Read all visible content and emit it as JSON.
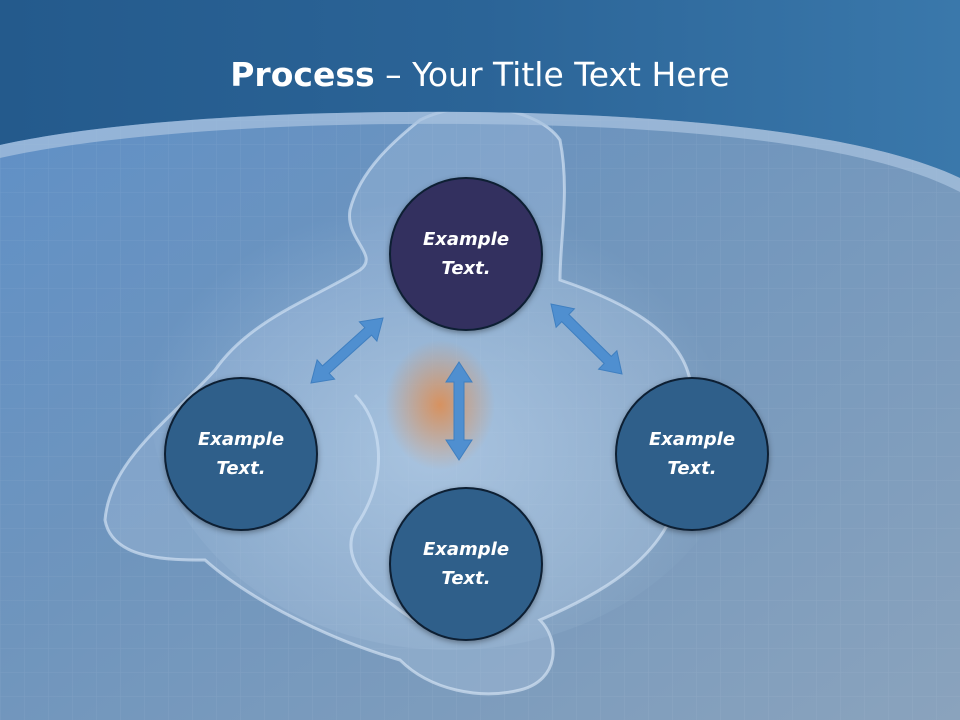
{
  "title": {
    "strong": "Process",
    "rest": " – Your Title Text Here"
  },
  "nodes": [
    {
      "id": "top",
      "text": "Example Text.",
      "color": "#33305f"
    },
    {
      "id": "left",
      "text": "Example Text.",
      "color": "#2f5f8a"
    },
    {
      "id": "bottom",
      "text": "Example Text.",
      "color": "#2f5f8a"
    },
    {
      "id": "right",
      "text": "Example Text.",
      "color": "#2f5f8a"
    }
  ],
  "colors": {
    "header": "#2d5f8f",
    "arrow": "#4f8fd0",
    "background": "#6f8fb3"
  }
}
